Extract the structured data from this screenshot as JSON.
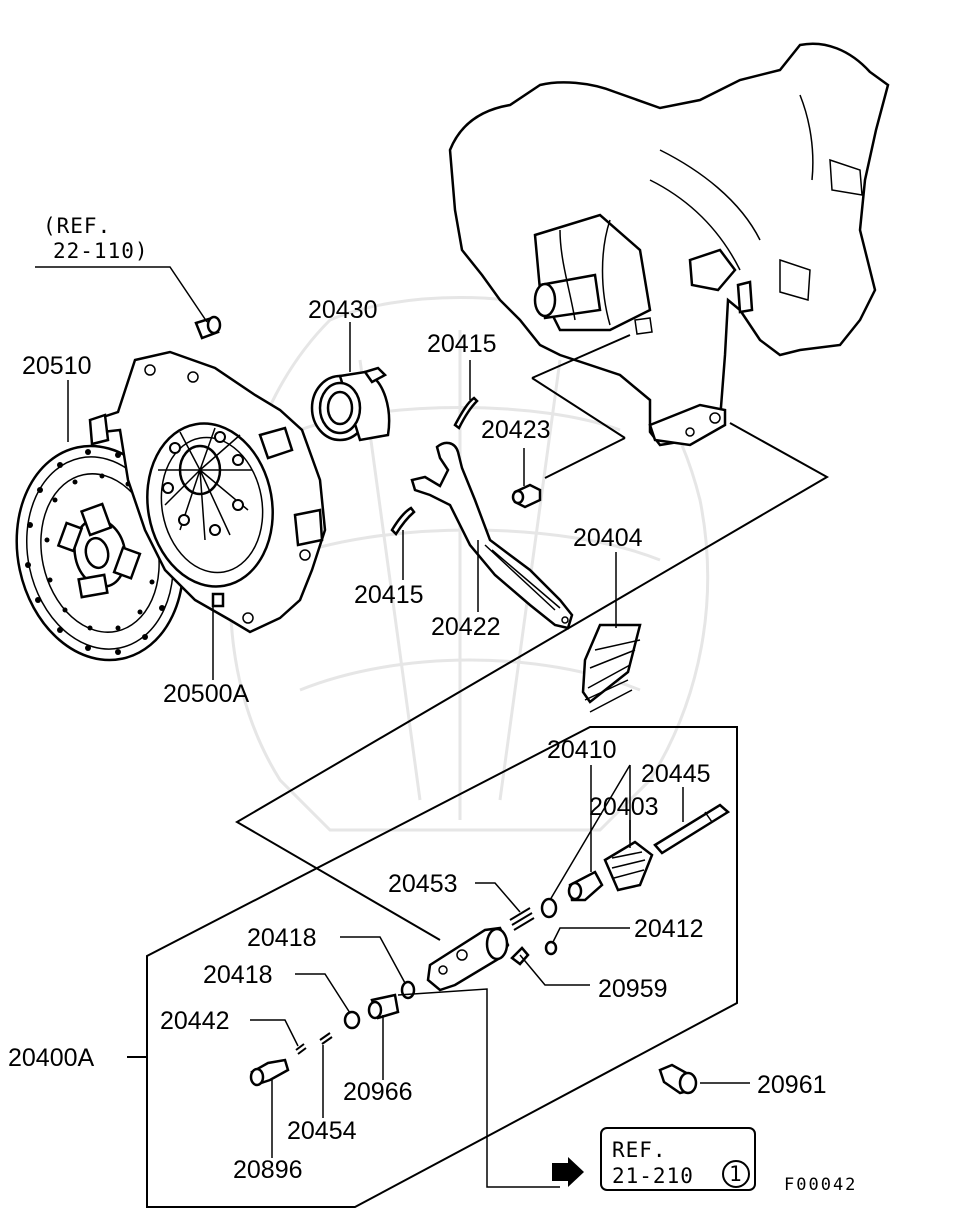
{
  "labels": {
    "p20430": "20430",
    "p20510": "20510",
    "p20415a": "20415",
    "p20423": "20423",
    "p20415b": "20415",
    "p20422": "20422",
    "p20404": "20404",
    "p20500a": "20500A",
    "p20410": "20410",
    "p20445": "20445",
    "p20403": "20403",
    "p20453": "20453",
    "p20412": "20412",
    "p20418a": "20418",
    "p20418b": "20418",
    "p20959": "20959",
    "p20442": "20442",
    "p20400a": "20400A",
    "p20966": "20966",
    "p20961": "20961",
    "p20454": "20454",
    "p20896": "20896"
  },
  "ref_top": {
    "line1": "(REF.",
    "line2": "22-110)"
  },
  "ref_box": {
    "line1": "REF.",
    "line2": "21-210",
    "circled": "1"
  },
  "figure_code": "F00042"
}
